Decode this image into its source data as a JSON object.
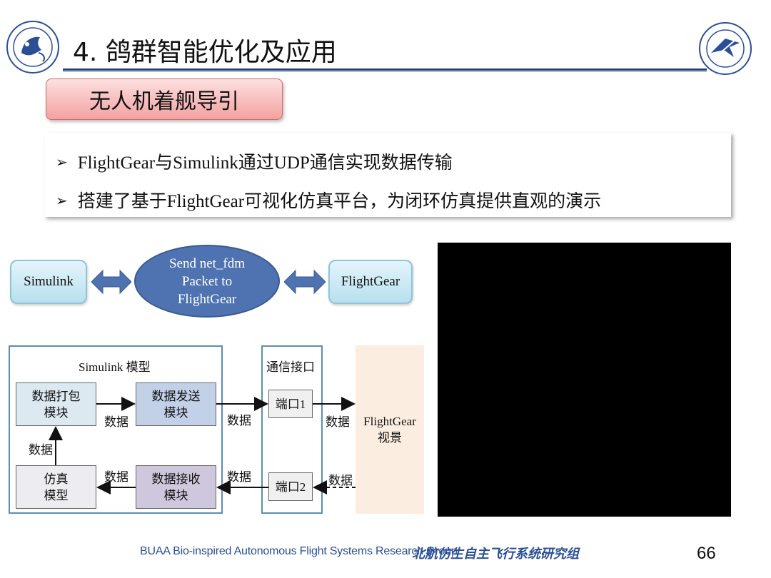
{
  "header": {
    "title": "4. 鸽群智能优化及应用",
    "left_logo_icon": "bio-inspired-lab-seal-logo",
    "right_logo_icon": "beihang-university-seal-logo"
  },
  "section_tag": "无人机着舰导引",
  "bullets": [
    {
      "mark": "➢",
      "text": "FlightGear与Simulink通过UDP通信实现数据传输"
    },
    {
      "mark": "➢",
      "text": "搭建了基于FlightGear可视化仿真平台，为闭环仿真提供直观的演示"
    }
  ],
  "top_diagram": {
    "left_box": "Simulink",
    "center_lines": [
      "Send net_fdm",
      "Packet to",
      "FlightGear"
    ],
    "right_box": "FlightGear",
    "accent_color": "#4f73b1",
    "pill_color": "#b7e0ee"
  },
  "flow_diagram": {
    "simulink_group": "Simulink 模型",
    "comm_group": "通信接口",
    "pack_block": [
      "数据打包",
      "模块"
    ],
    "send_block": [
      "数据发送",
      "模块"
    ],
    "sim_block": [
      "仿真",
      "模型"
    ],
    "recv_block": [
      "数据接收",
      "模块"
    ],
    "port1": "端口1",
    "port2": "端口2",
    "flightgear_view": [
      "FlightGear",
      "视景"
    ],
    "edge_label": "数据",
    "colors": {
      "pack": "#dde9f0",
      "send": "#c2d1e8",
      "sim": "#ececf1",
      "recv": "#cfc7dc",
      "view": "#fbeee0"
    }
  },
  "media": {
    "video_icon": "video-placeholder"
  },
  "footer": {
    "group_en": "BUAA Bio-inspired Autonomous Flight Systems Research Group",
    "group_cn": "北航仿生自主飞行系统研究组",
    "page_number": "66"
  }
}
